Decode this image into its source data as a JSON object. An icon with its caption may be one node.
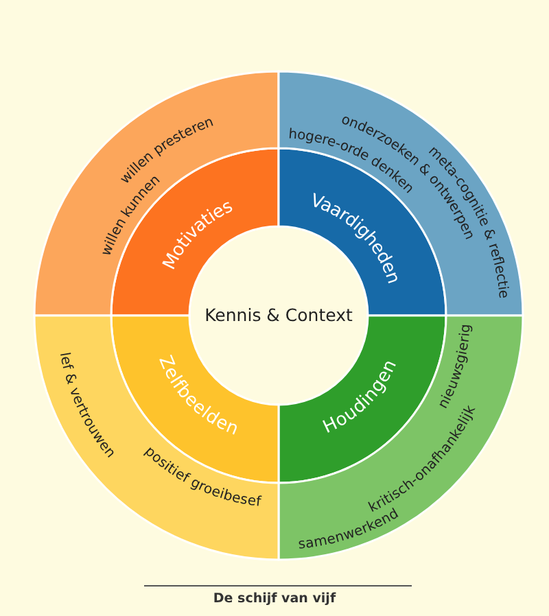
{
  "diagram": {
    "caption": "De schijf van vijf",
    "nodes": [
      {
        "text": [
          "Kennis & Context"
        ]
      },
      {
        "text": [
          "Motivaties"
        ]
      },
      {
        "text": [
          "Vaardigheden"
        ]
      },
      {
        "text": [
          "Houdingen"
        ]
      },
      {
        "text": [
          "Zelfbeelden"
        ]
      },
      {
        "text": [
          "willen presteren",
          "willen kunnen"
        ]
      },
      {
        "text": [
          "meta-cognitie & reflectie",
          "onderzoeken & ontwerpen",
          "hogere-orde denken"
        ]
      },
      {
        "text": [
          "nieuwsgierig",
          "kritisch-onafhankelijk",
          "samenwerkend"
        ]
      },
      {
        "text": [
          "lef & vertrouwen",
          "positief groeibesef"
        ]
      }
    ]
  }
}
